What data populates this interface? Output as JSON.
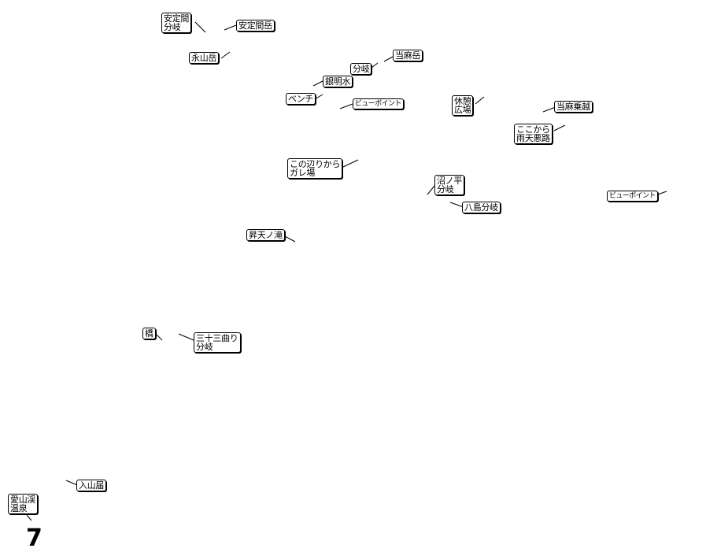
{
  "map": {
    "labels": [
      {
        "id": "anteima-fork",
        "text": "安定間\n分岐"
      },
      {
        "id": "anteima-dake",
        "text": "安定間岳"
      },
      {
        "id": "nagayama-dake",
        "text": "永山岳"
      },
      {
        "id": "touma-dake",
        "text": "当麻岳"
      },
      {
        "id": "bunki-touma",
        "text": "分岐"
      },
      {
        "id": "ginmeisui",
        "text": "銀明水"
      },
      {
        "id": "bench",
        "text": "ベンチ"
      },
      {
        "id": "viewpoint-1",
        "text": "ビューポイント"
      },
      {
        "id": "kyukei-hiroba",
        "text": "休憩\n広場"
      },
      {
        "id": "touma-norikoshi",
        "text": "当麻乗越"
      },
      {
        "id": "rainy-road",
        "text": "ここから\n雨天悪路"
      },
      {
        "id": "gareba",
        "text": "この辺りから\nガレ場"
      },
      {
        "id": "numanotaira-fork",
        "text": "沼ノ平\n分岐"
      },
      {
        "id": "hachishima-fork",
        "text": "八島分岐"
      },
      {
        "id": "viewpoint-2",
        "text": "ビューポイント"
      },
      {
        "id": "shoten-falls",
        "text": "昇天ノ滝"
      },
      {
        "id": "bridge",
        "text": "橋"
      },
      {
        "id": "sanjusan-fork",
        "text": "三十三曲り\n分岐"
      },
      {
        "id": "nyuzan-todoke",
        "text": "入山届"
      },
      {
        "id": "aizankei-onsen",
        "text": "愛山渓\n温泉"
      }
    ],
    "route_number": "7"
  }
}
